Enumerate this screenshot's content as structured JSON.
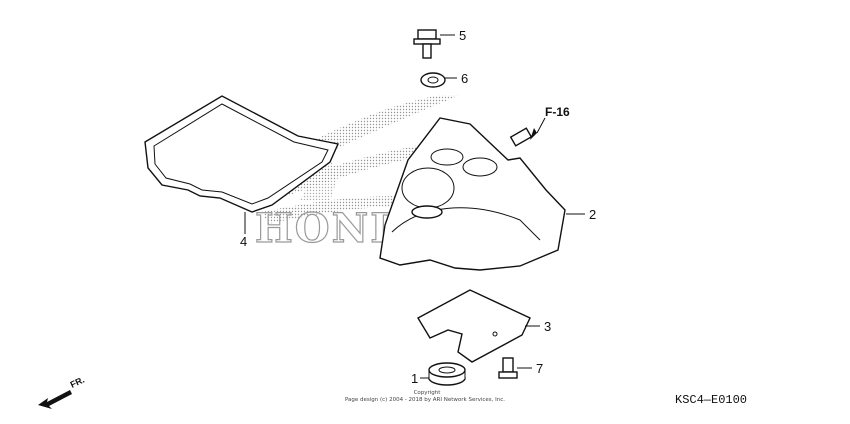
{
  "watermark": {
    "brand": "HONDA"
  },
  "callouts": [
    {
      "id": "1",
      "label": "1"
    },
    {
      "id": "2",
      "label": "2"
    },
    {
      "id": "3",
      "label": "3"
    },
    {
      "id": "4",
      "label": "4"
    },
    {
      "id": "5",
      "label": "5"
    },
    {
      "id": "6",
      "label": "6"
    },
    {
      "id": "7",
      "label": "7"
    }
  ],
  "reference": {
    "label": "F-16"
  },
  "direction": {
    "label": "FR."
  },
  "copyright": {
    "line1": "Copyright",
    "line2": "Page design (c) 2004 - 2018 by ARI Network Services, Inc."
  },
  "diagram_code": "KSC4—E0100"
}
